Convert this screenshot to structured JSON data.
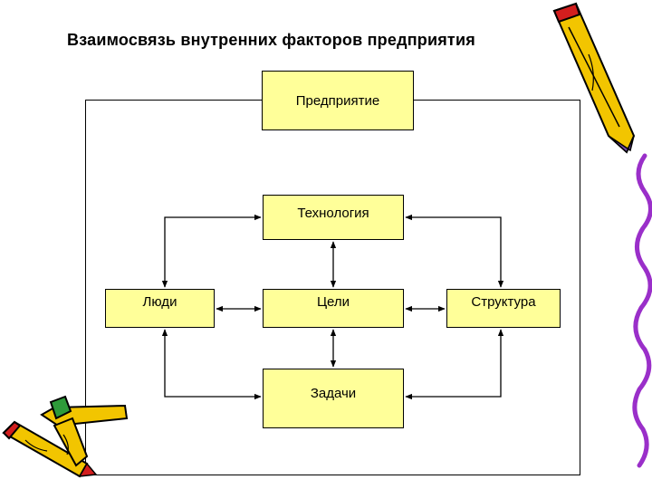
{
  "slide": {
    "title": "Взаимосвязь внутренних факторов предприятия"
  },
  "nodes": {
    "enterprise": "Предприятие",
    "technology": "Технология",
    "people": "Люди",
    "goals": "Цели",
    "structure": "Структура",
    "tasks": "Задачи"
  },
  "colors": {
    "box_fill": "#ffff99",
    "pencil_yellow": "#f2c500",
    "pencil_red": "#d21e1e",
    "squiggle": "#9a2fc9"
  },
  "decorations": [
    "pencil-icon",
    "crayon-icon",
    "squiggle-line"
  ]
}
